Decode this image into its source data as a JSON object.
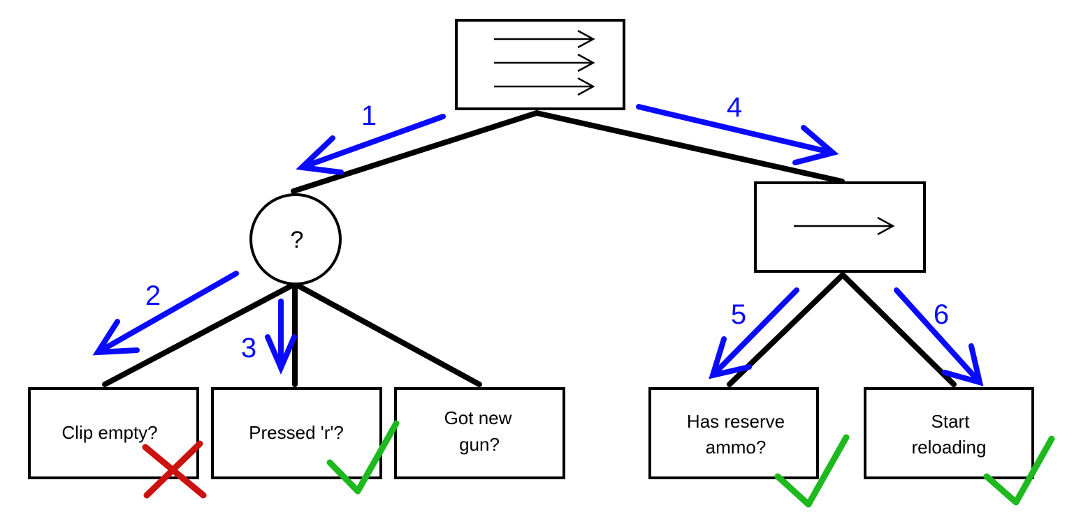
{
  "colors": {
    "edge": "#000000",
    "step_arrow": "#0a0aff",
    "check": "#1eb91e",
    "cross": "#cc1111",
    "node_fill": "#ffffff"
  },
  "root": {
    "type": "sequence",
    "icon": "triple-arrow-icon"
  },
  "selector": {
    "type": "selector",
    "symbol": "?"
  },
  "sequence2": {
    "type": "sequence",
    "icon": "single-arrow-icon"
  },
  "leaves": {
    "clip_empty": {
      "line1": "Clip empty?",
      "line2": "",
      "status": "failure"
    },
    "pressed_r": {
      "line1": "Pressed 'r'?",
      "line2": "",
      "status": "success"
    },
    "got_new_gun": {
      "line1": "Got new",
      "line2": "gun?",
      "status": "none"
    },
    "has_reserve": {
      "line1": "Has reserve",
      "line2": "ammo?",
      "status": "success"
    },
    "start_reloading": {
      "line1": "Start",
      "line2": "reloading",
      "status": "success"
    }
  },
  "steps": [
    "1",
    "2",
    "3",
    "4",
    "5",
    "6"
  ]
}
